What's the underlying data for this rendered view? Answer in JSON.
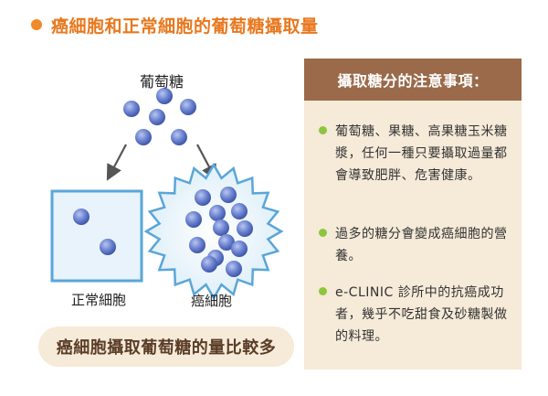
{
  "title": "癌細胞和正常細胞的葡萄糖攝取量",
  "labels": {
    "glucose": "葡萄糖",
    "normal_cell": "正常細胞",
    "cancer_cell": "癌細胞"
  },
  "caption": "癌細胞攝取葡萄糖的量比較多",
  "panel": {
    "header": "攝取糖分的注意事項：",
    "notes": [
      "葡萄糖、果糖、高果糖玉米糖漿，任何一種只要攝取過量都會導致肥胖、危害健康。",
      "過多的糖分會變成癌細胞的營養。",
      "e-CLINIC 診所中的抗癌成功者，幾乎不吃甜食及砂糖製做的料理。"
    ]
  },
  "colors": {
    "title": "#e8781e",
    "title_dot": "#f08a2a",
    "molecule": "#5a73c8",
    "cell_border": "#5aa6d8",
    "cell_fill": "#e8f3fb",
    "panel_bg": "#f6ead8",
    "panel_header": "#9a6a4a",
    "bullet": "#8cc63f",
    "arrow": "#555555"
  },
  "icons": {
    "molecule": "blue-sphere",
    "arrow": "down-arrow"
  }
}
